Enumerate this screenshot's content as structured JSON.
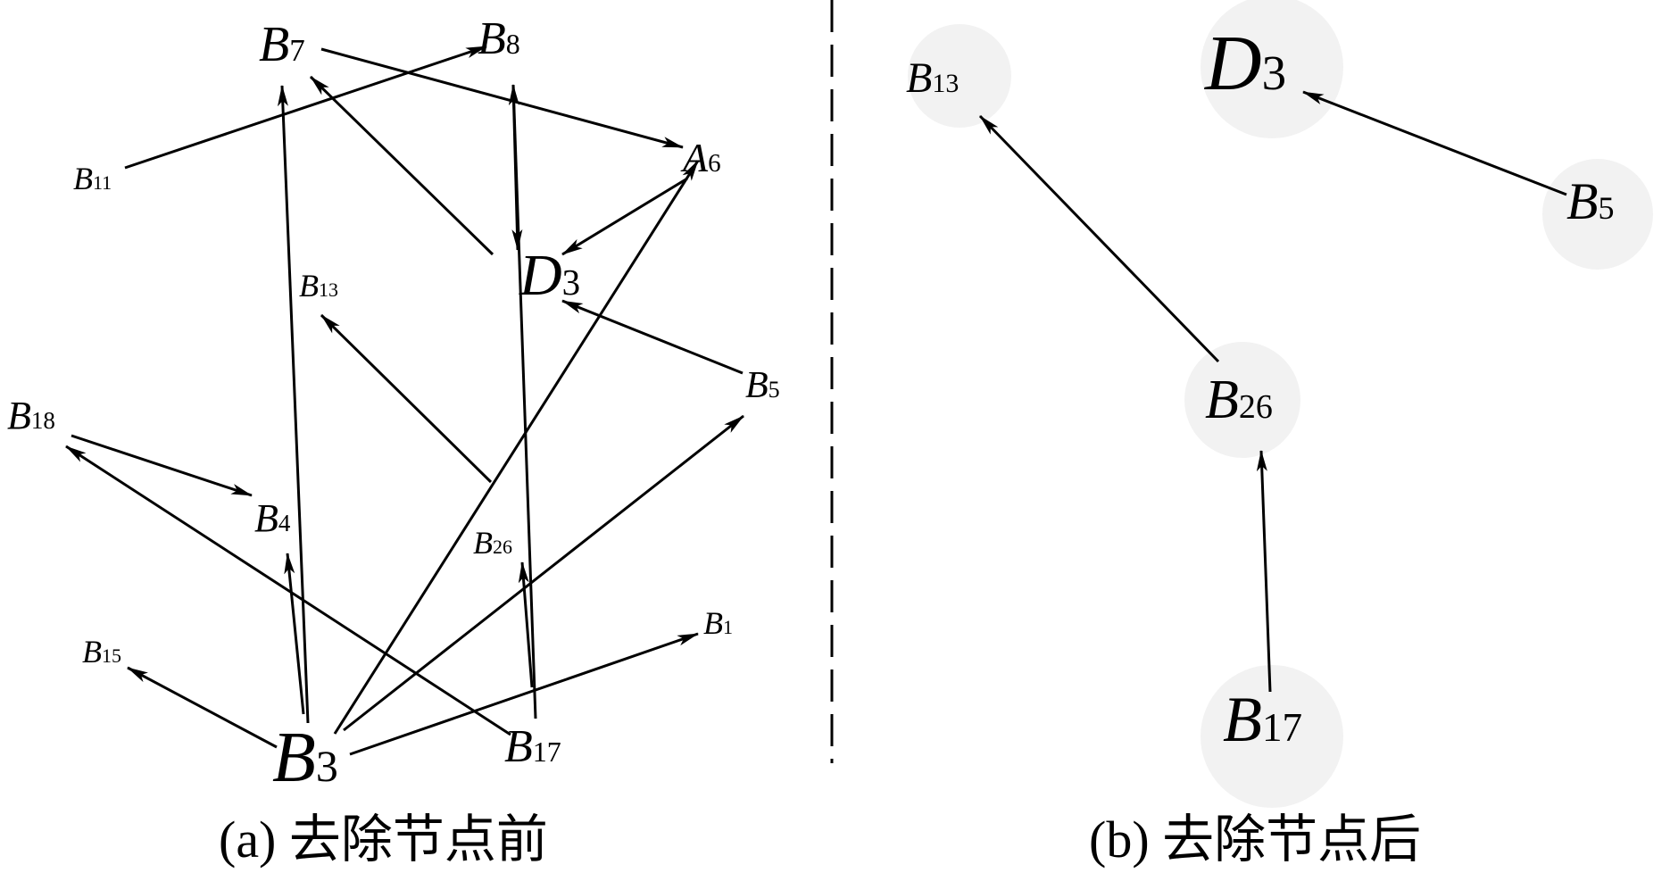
{
  "panel_a": {
    "caption": "(a) 去除节点前",
    "nodes": {
      "B7": {
        "base": "B",
        "sub": "7"
      },
      "B8": {
        "base": "B",
        "sub": "8"
      },
      "A6": {
        "base": "A",
        "sub": "6"
      },
      "B11": {
        "base": "B",
        "sub": "11"
      },
      "D3": {
        "base": "D",
        "sub": "3"
      },
      "B13": {
        "base": "B",
        "sub": "13"
      },
      "B5": {
        "base": "B",
        "sub": "5"
      },
      "B18": {
        "base": "B",
        "sub": "18"
      },
      "B4": {
        "base": "B",
        "sub": "4"
      },
      "B26": {
        "base": "B",
        "sub": "26"
      },
      "B15": {
        "base": "B",
        "sub": "15"
      },
      "B1": {
        "base": "B",
        "sub": "1"
      },
      "B3": {
        "base": "B",
        "sub": "3"
      },
      "B17": {
        "base": "B",
        "sub": "17"
      }
    },
    "edges": [
      {
        "from": "B11",
        "to": "B8"
      },
      {
        "from": "B7",
        "to": "A6"
      },
      {
        "from": "D3",
        "to": "B7"
      },
      {
        "from": "B8",
        "to": "D3"
      },
      {
        "from": "A6",
        "to": "D3"
      },
      {
        "from": "B5",
        "to": "D3"
      },
      {
        "from": "B26",
        "to": "B13"
      },
      {
        "from": "B18",
        "to": "B4"
      },
      {
        "from": "B17",
        "to": "B18"
      },
      {
        "from": "B17",
        "to": "B8"
      },
      {
        "from": "B17",
        "to": "B26"
      },
      {
        "from": "B3",
        "to": "B7"
      },
      {
        "from": "B3",
        "to": "B4"
      },
      {
        "from": "B3",
        "to": "B15"
      },
      {
        "from": "B3",
        "to": "A6"
      },
      {
        "from": "B3",
        "to": "B5"
      },
      {
        "from": "B3",
        "to": "B1"
      }
    ]
  },
  "panel_b": {
    "caption": "(b) 去除节点后",
    "nodes": {
      "B13": {
        "base": "B",
        "sub": "13"
      },
      "D3": {
        "base": "D",
        "sub": "3"
      },
      "B5": {
        "base": "B",
        "sub": "5"
      },
      "B26": {
        "base": "B",
        "sub": "26"
      },
      "B17": {
        "base": "B",
        "sub": "17"
      }
    },
    "edges": [
      {
        "from": "B26",
        "to": "B13"
      },
      {
        "from": "B5",
        "to": "D3"
      },
      {
        "from": "B17",
        "to": "B26"
      }
    ]
  },
  "colors": {
    "ink": "#000000",
    "halo": "#f2f2f2"
  }
}
